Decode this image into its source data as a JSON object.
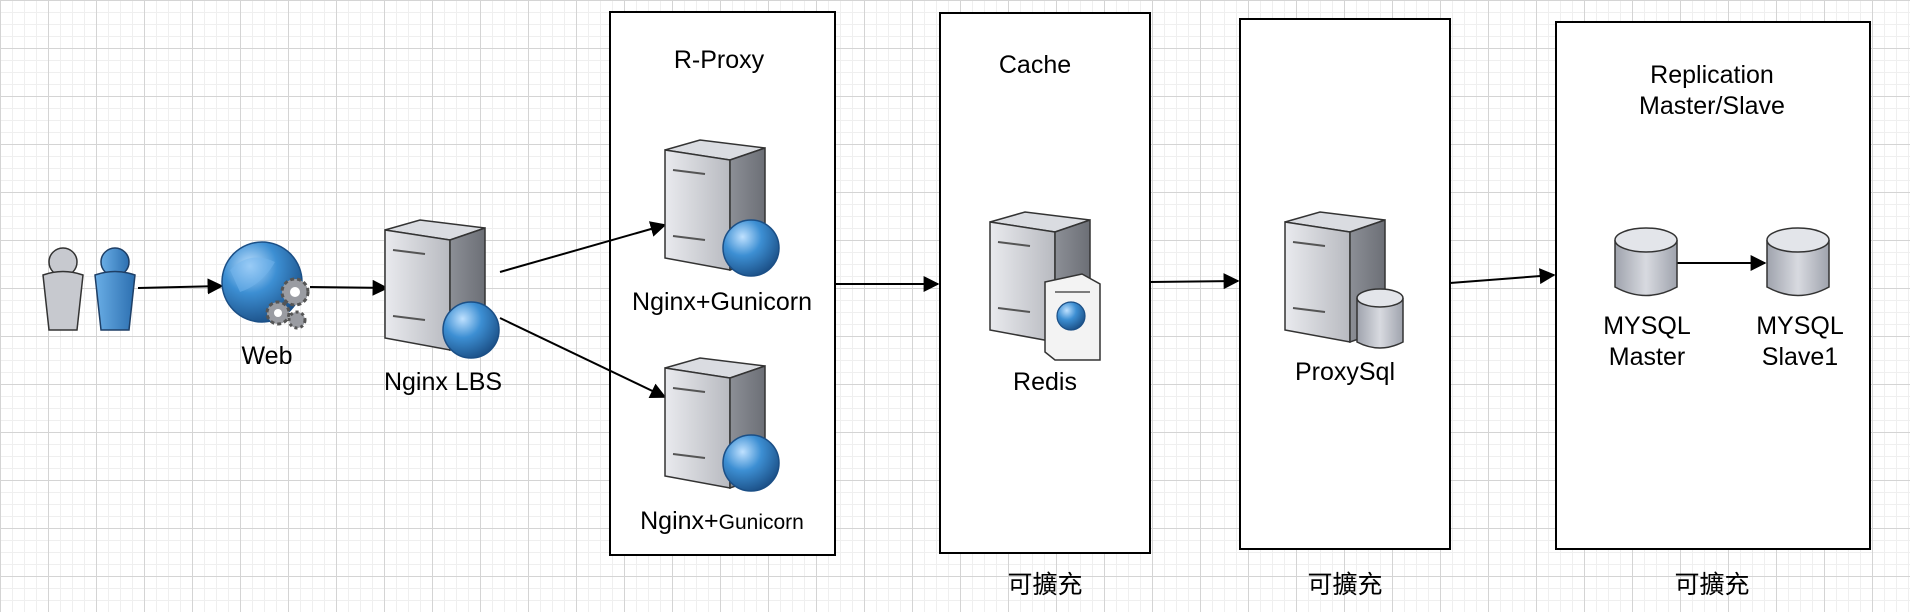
{
  "nodes": {
    "users": {
      "icon": "users-icon"
    },
    "web": {
      "label": "Web",
      "icon": "web-globe-gears-icon"
    },
    "lbs": {
      "label": "Nginx LBS",
      "icon": "server-globe-icon"
    },
    "rproxy_title": "R-Proxy",
    "gunicorn1": {
      "label": "Nginx+Gunicorn",
      "icon": "server-globe-icon"
    },
    "gunicorn2": {
      "label_a": "Nginx+",
      "label_b": "Gunicorn",
      "icon": "server-globe-icon"
    },
    "cache_title": "Cache",
    "redis": {
      "label": "Redis",
      "icon": "server-certificate-icon"
    },
    "proxysql": {
      "label": "ProxySql",
      "icon": "server-database-icon"
    },
    "replication_title": "Replication\nMaster/Slave",
    "mysql_master": {
      "label": "MYSQL\nMaster",
      "icon": "database-icon"
    },
    "mysql_slave": {
      "label": "MYSQL\nSlave1",
      "icon": "database-icon"
    }
  },
  "scalable_labels": [
    "可擴充",
    "可擴充",
    "可擴充"
  ],
  "colors": {
    "line": "#000000",
    "globe": "#3d8fd3",
    "server": "#c9cbd0",
    "box_border": "#000000"
  }
}
